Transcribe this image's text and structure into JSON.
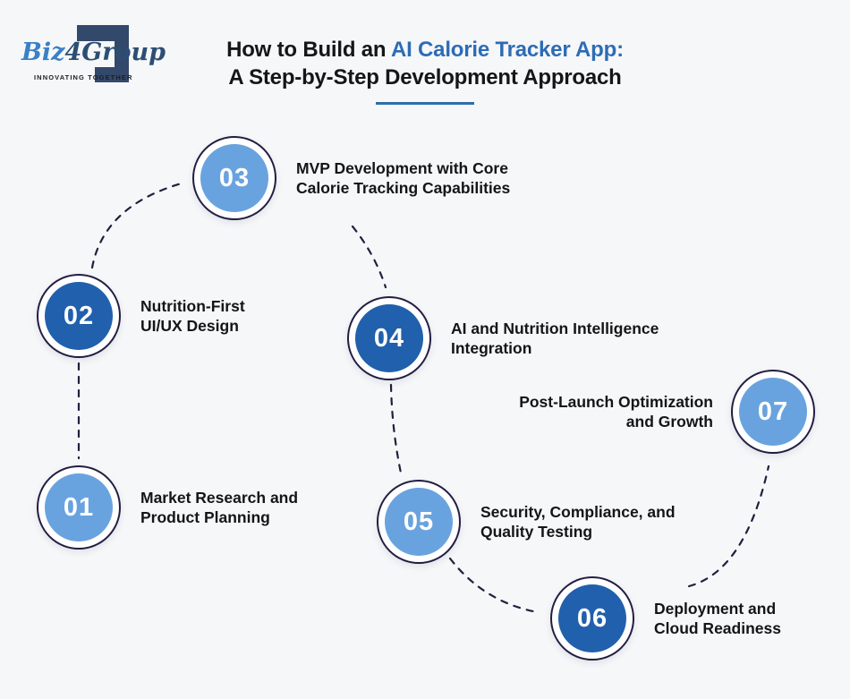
{
  "logo": {
    "biz": "Biz",
    "four": "4",
    "group": "Group",
    "tagline": "INNOVATING TOGETHER"
  },
  "title": {
    "line1_prefix": "How to Build an ",
    "line1_highlight": "AI Calorie Tracker App:",
    "line2": "A Step-by-Step Development Approach"
  },
  "colors": {
    "light": "#69A3DF",
    "dark": "#2160AC",
    "ring_outline": "#231D42",
    "connector": "#20203E",
    "title_highlight": "#2D6CB5",
    "underline": "#2E6DA8",
    "background": "#F6F7F9",
    "text": "#151515"
  },
  "steps": [
    {
      "number": "01",
      "line1": "Market Research and",
      "line2": "Product Planning",
      "variant": "light",
      "label_side": "right"
    },
    {
      "number": "02",
      "line1": "Nutrition-First",
      "line2": "UI/UX Design",
      "variant": "dark",
      "label_side": "right"
    },
    {
      "number": "03",
      "line1": "MVP Development with Core",
      "line2": "Calorie Tracking Capabilities",
      "variant": "light",
      "label_side": "right"
    },
    {
      "number": "04",
      "line1": "AI and Nutrition Intelligence",
      "line2": "Integration",
      "variant": "dark",
      "label_side": "right"
    },
    {
      "number": "05",
      "line1": "Security, Compliance, and",
      "line2": "Quality Testing",
      "variant": "light",
      "label_side": "right"
    },
    {
      "number": "06",
      "line1": "Deployment and",
      "line2": "Cloud Readiness",
      "variant": "dark",
      "label_side": "right"
    },
    {
      "number": "07",
      "line1": "Post-Launch Optimization",
      "line2": "and Growth",
      "variant": "light",
      "label_side": "left"
    }
  ]
}
